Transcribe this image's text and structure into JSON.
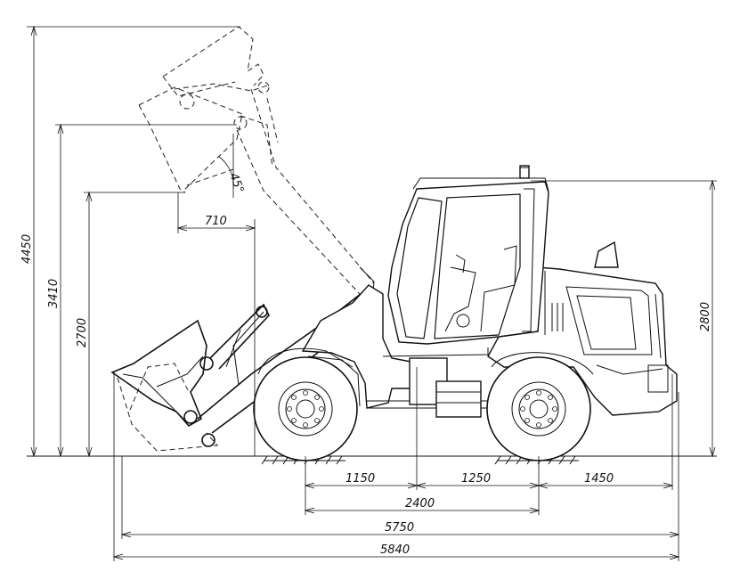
{
  "dimensions": {
    "height_max": "4450",
    "height_pivot": "3410",
    "height_dump": "2700",
    "height_cab": "2800",
    "reach": "710",
    "dump_angle": "45°",
    "front_overhang": "1150",
    "cab_to_rear_axle": "1250",
    "rear_overhang": "1450",
    "wheelbase": "2400",
    "length_tooth": "5750",
    "length_overall": "5840"
  }
}
